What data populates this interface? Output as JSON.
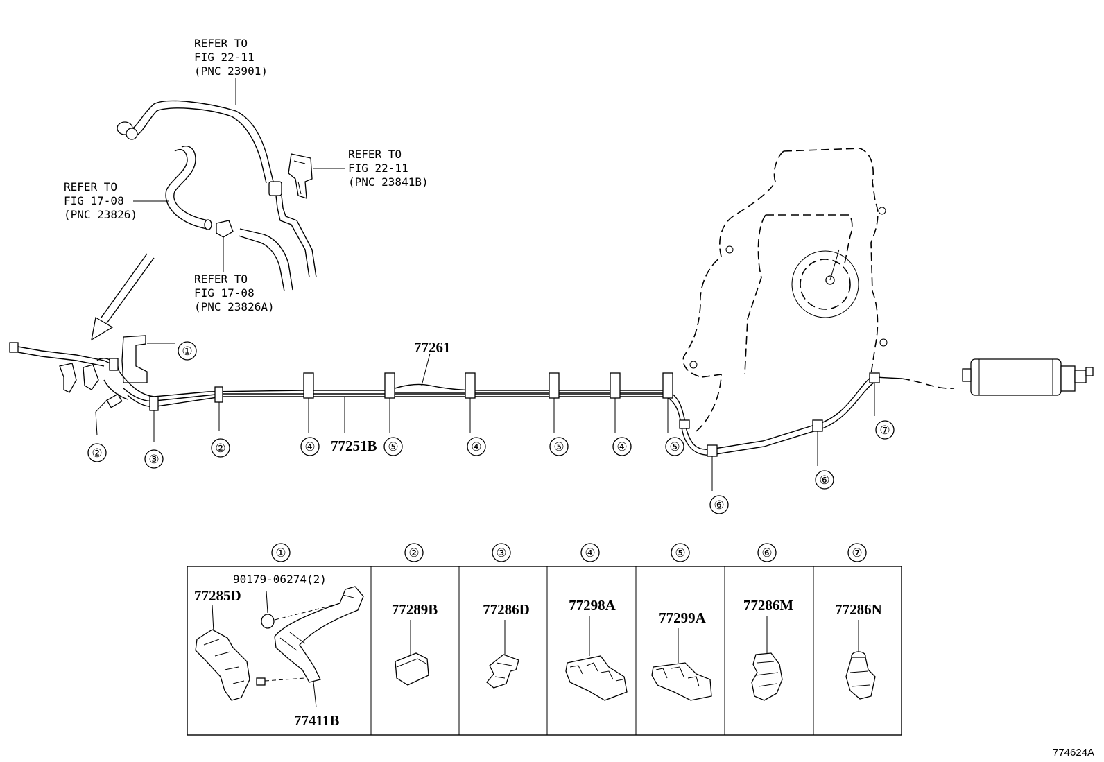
{
  "refs": {
    "ref1": [
      "REFER TO",
      "FIG 22-11",
      "(PNC 23901)"
    ],
    "ref2": [
      "REFER TO",
      "FIG 22-11",
      "(PNC 23841B)"
    ],
    "ref3": [
      "REFER TO",
      "FIG 17-08",
      "(PNC 23826)"
    ],
    "ref4": [
      "REFER TO",
      "FIG 17-08",
      "(PNC 23826A)"
    ]
  },
  "main_parts": {
    "p77261": "77261",
    "p77251b": "77251B"
  },
  "callouts": [
    "①",
    "②",
    "③",
    "②",
    "④",
    "⑤",
    "④",
    "⑤",
    "④",
    "⑤",
    "⑥",
    "⑥",
    "⑦"
  ],
  "table": {
    "headers": [
      "①",
      "②",
      "③",
      "④",
      "⑤",
      "⑥",
      "⑦"
    ],
    "cell1": {
      "a": "90179-06274(2)",
      "b": "77285D",
      "c": "77411B"
    },
    "cells": [
      "77289B",
      "77286D",
      "77298A",
      "77299A",
      "77286M",
      "77286N"
    ]
  },
  "figure_id": "774624A"
}
